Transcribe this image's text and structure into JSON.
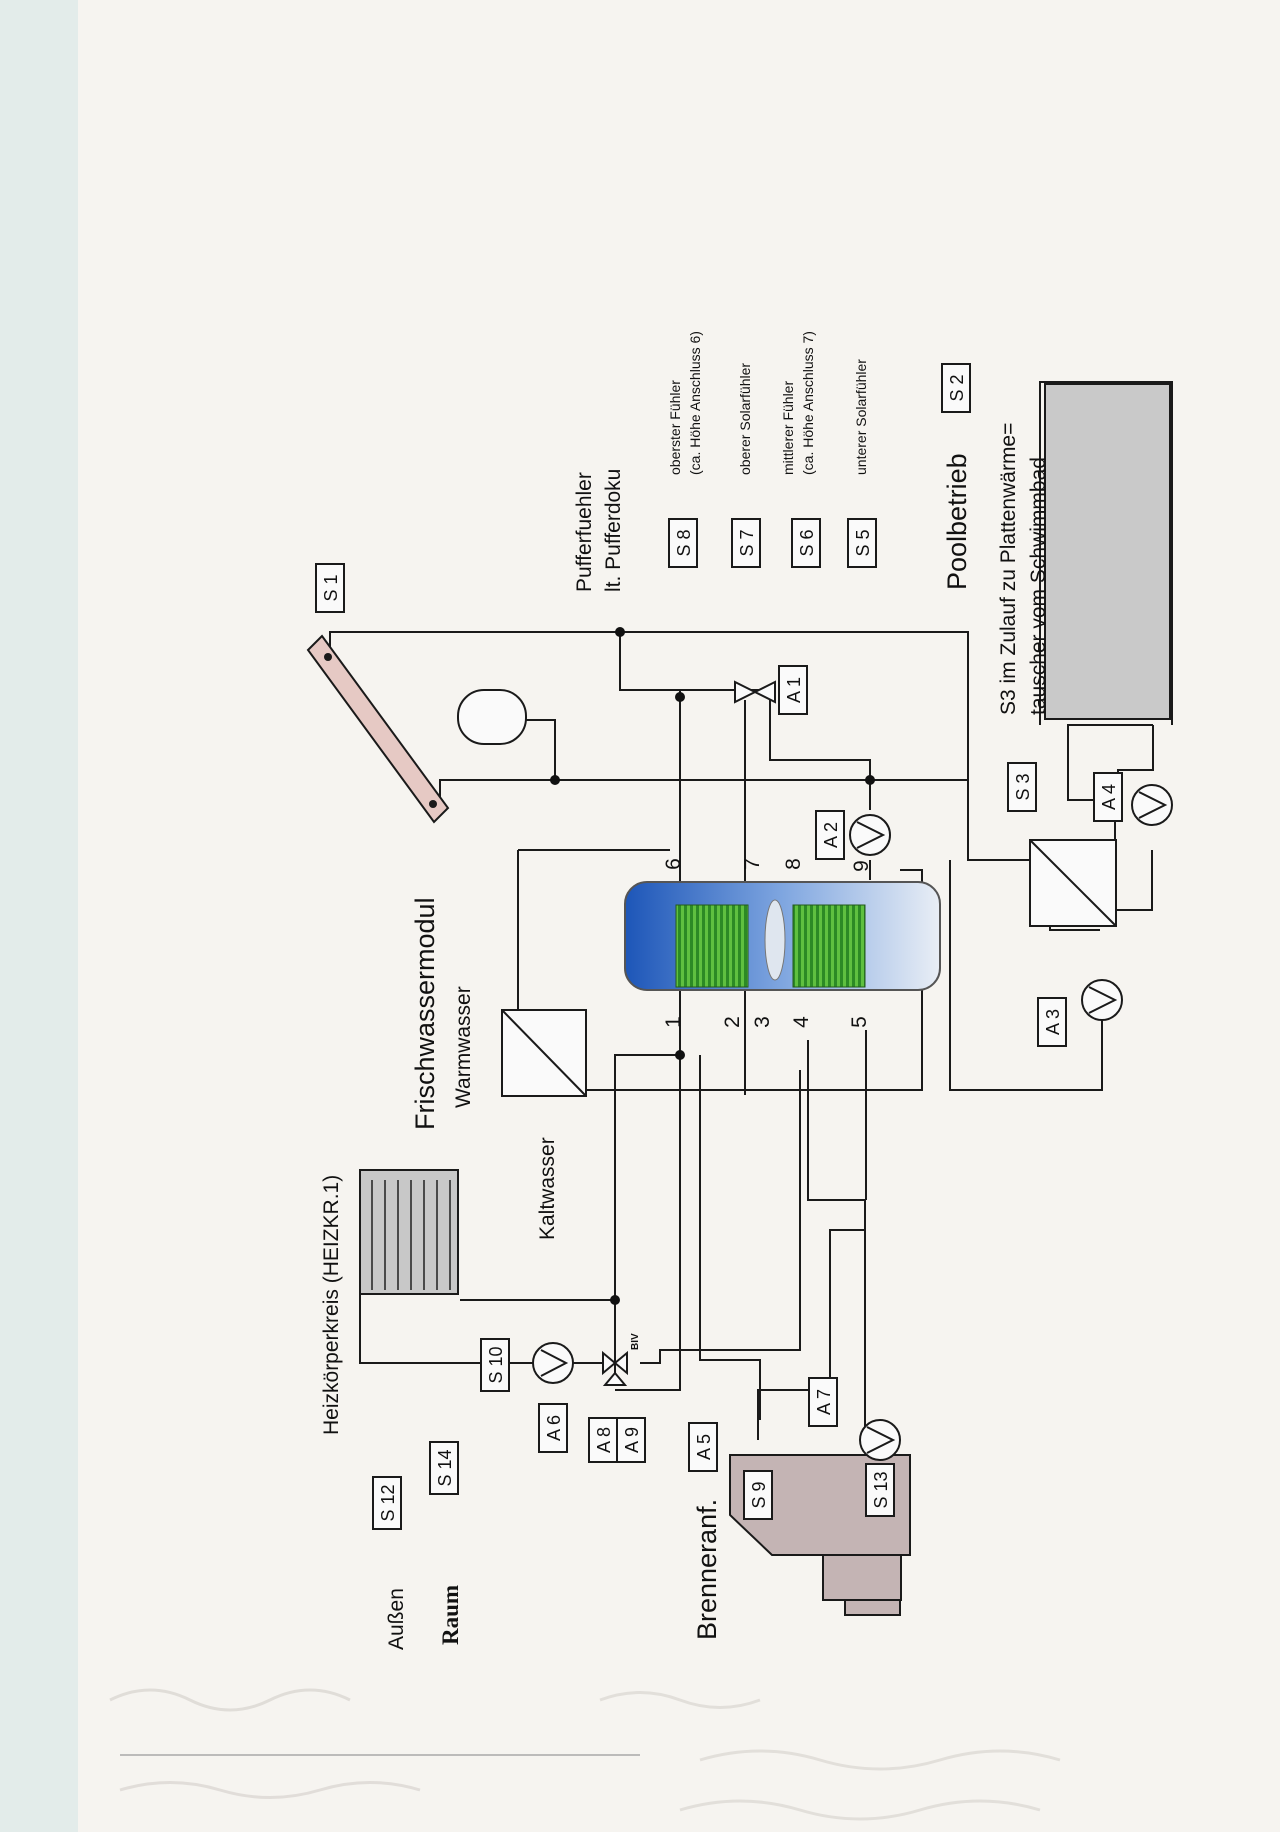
{
  "diagram": {
    "sensor_labels": {
      "s1": "S 1",
      "s2": "S 2",
      "s3": "S 3",
      "s5": "S 5",
      "s6": "S 6",
      "s7": "S 7",
      "s8": "S 8",
      "s9": "S 9",
      "s10": "S 10",
      "s12": "S 12",
      "s13": "S 13",
      "s14": "S 14"
    },
    "actuator_labels": {
      "a1": "A 1",
      "a2": "A 2",
      "a3": "A 3",
      "a4": "A 4",
      "a5": "A 5",
      "a6": "A 6",
      "a7": "A 7",
      "a8": "A 8",
      "a9": "A 9"
    },
    "texts": {
      "heizkoerperkreis": "Heizkörperkreis (HEIZKR.1)",
      "frischwassermodul": "Frischwassermodul",
      "warmwasser": "Warmwasser",
      "kaltwasser": "Kaltwasser",
      "aussen": "Außen",
      "raum": "Raum",
      "brenneranf": "Brenneranf.",
      "pufferfuehler": "Pufferfuehler",
      "pufferdoku": "lt. Pufferdoku",
      "s8_desc_1": "oberster Fühler",
      "s8_desc_2": "(ca. Höhe Anschluss 6)",
      "s7_desc": "oberer Solarfühler",
      "s6_desc_1": "mittlerer Fühler",
      "s6_desc_2": "(ca. Höhe Anschluss 7)",
      "s5_desc": "unterer Solarfühler",
      "poolbetrieb": "Poolbetrieb",
      "s3_note_1": "S3 im Zulauf zu Plattenwärme=",
      "s3_note_2": "tauscher vom Schwimmbad",
      "biv": "BIV"
    },
    "tank_connections": [
      "1",
      "2",
      "3",
      "4",
      "5",
      "6",
      "7",
      "8",
      "9"
    ]
  }
}
